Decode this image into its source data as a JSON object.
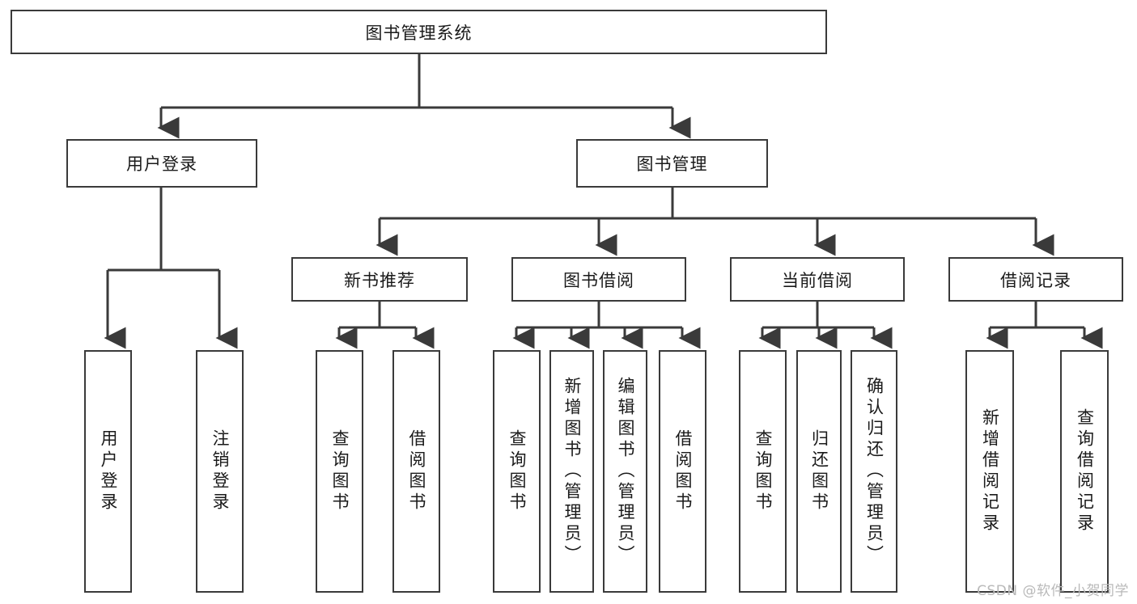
{
  "diagram": {
    "title_text": "图书管理系统",
    "type": "hierarchy-tree",
    "watermark": "CSDN @软件_小贺同学",
    "colors": {
      "box_border": "#3a3a3a",
      "box_fill": "#ffffff",
      "edge": "#3a3a3a",
      "text": "#1a1a1a",
      "watermark": "#b9b9b9"
    },
    "root": {
      "id": "root",
      "label": "图书管理系统",
      "orientation": "horizontal"
    },
    "level2": [
      {
        "id": "user-login",
        "label": "用户登录",
        "orientation": "horizontal"
      },
      {
        "id": "book-manage",
        "label": "图书管理",
        "orientation": "horizontal"
      }
    ],
    "level3": [
      {
        "id": "new-book-recommend",
        "label": "新书推荐",
        "orientation": "horizontal",
        "parent": "book-manage"
      },
      {
        "id": "book-borrow",
        "label": "图书借阅",
        "orientation": "horizontal",
        "parent": "book-manage"
      },
      {
        "id": "current-borrow",
        "label": "当前借阅",
        "orientation": "horizontal",
        "parent": "book-manage"
      },
      {
        "id": "borrow-record",
        "label": "借阅记录",
        "orientation": "horizontal",
        "parent": "book-manage"
      }
    ],
    "leaves": [
      {
        "id": "leaf-user-login",
        "label": "用户登录",
        "orientation": "vertical",
        "parent": "user-login"
      },
      {
        "id": "leaf-user-logout",
        "label": "注销登录",
        "orientation": "vertical",
        "parent": "user-login"
      },
      {
        "id": "leaf-query-book-1",
        "label": "查询图书",
        "orientation": "vertical",
        "parent": "new-book-recommend"
      },
      {
        "id": "leaf-borrow-book-1",
        "label": "借阅图书",
        "orientation": "vertical",
        "parent": "new-book-recommend"
      },
      {
        "id": "leaf-query-book-2",
        "label": "查询图书",
        "orientation": "vertical",
        "parent": "book-borrow"
      },
      {
        "id": "leaf-add-book",
        "label": "新增图书（管理员）",
        "orientation": "vertical",
        "parent": "book-borrow"
      },
      {
        "id": "leaf-edit-book",
        "label": "编辑图书（管理员）",
        "orientation": "vertical",
        "parent": "book-borrow"
      },
      {
        "id": "leaf-borrow-book-2",
        "label": "借阅图书",
        "orientation": "vertical",
        "parent": "book-borrow"
      },
      {
        "id": "leaf-query-book-3",
        "label": "查询图书",
        "orientation": "vertical",
        "parent": "current-borrow"
      },
      {
        "id": "leaf-return-book",
        "label": "归还图书",
        "orientation": "vertical",
        "parent": "current-borrow"
      },
      {
        "id": "leaf-confirm-return",
        "label": "确认归还（管理员）",
        "orientation": "vertical",
        "parent": "current-borrow"
      },
      {
        "id": "leaf-add-record",
        "label": "新增借阅记录",
        "orientation": "vertical",
        "parent": "borrow-record"
      },
      {
        "id": "leaf-query-record",
        "label": "查询借阅记录",
        "orientation": "vertical",
        "parent": "borrow-record"
      }
    ]
  }
}
